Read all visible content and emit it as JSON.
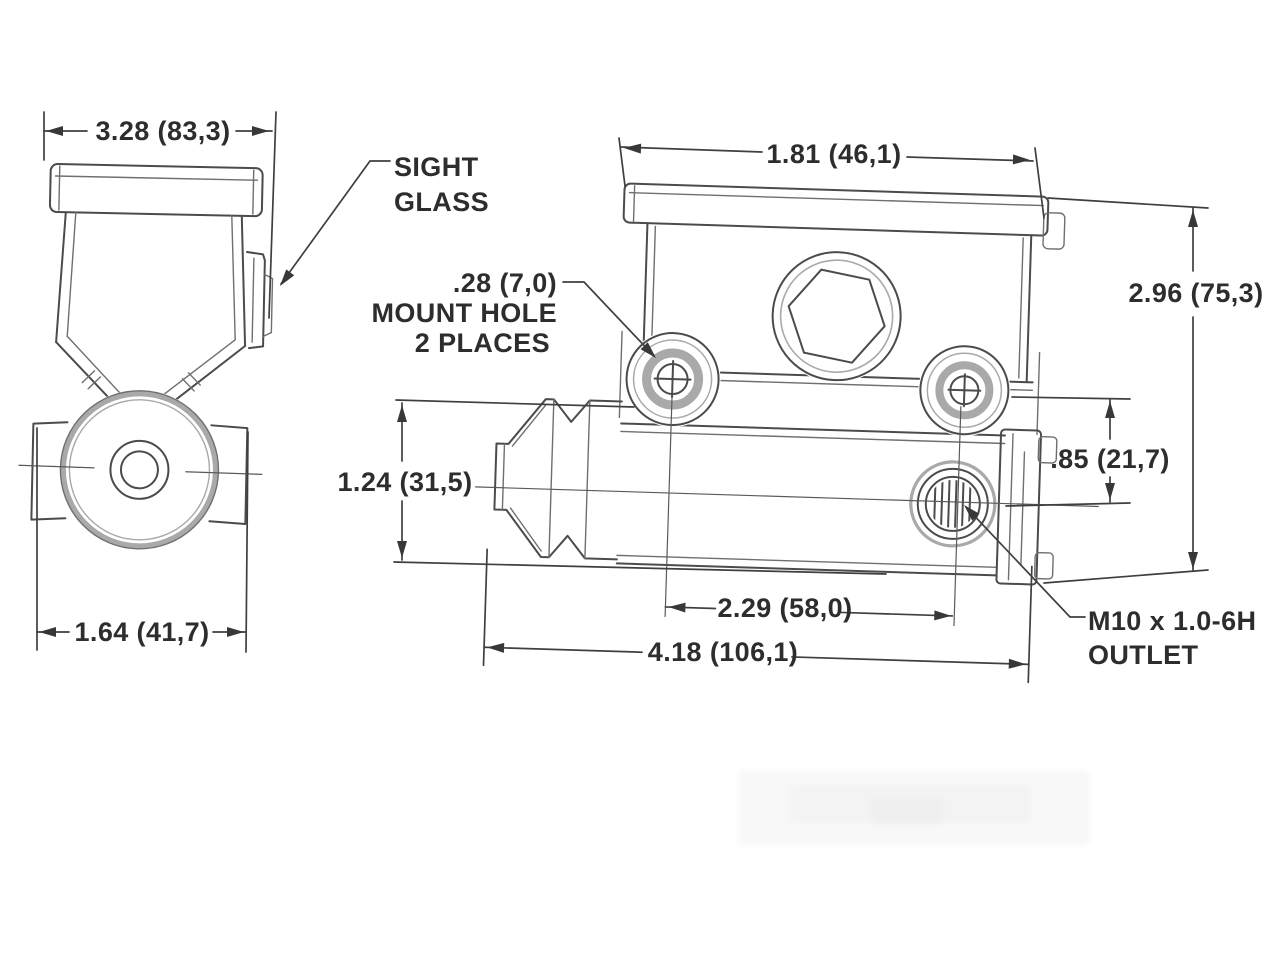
{
  "left_view": {
    "dim_width_top": "3.28 (83,3)",
    "dim_width_bottom": "1.64 (41,7)",
    "label_sight_glass": [
      "SIGHT",
      "GLASS"
    ]
  },
  "front_view": {
    "dim_lid_width": "1.81 (46,1)",
    "dim_overall_height": "2.96 (75,3)",
    "dim_outlet_offset": ".85 (21,7)",
    "dim_bore": "1.24 (31,5)",
    "dim_mount_spacing": "2.29 (58,0)",
    "dim_overall_length": "4.18 (106,1)",
    "label_mount_hole": [
      ".28 (7,0)",
      "MOUNT HOLE",
      "2 PLACES"
    ],
    "label_outlet": [
      "M10 x 1.0-6H",
      "OUTLET"
    ]
  },
  "colors": {
    "line": "#4b4b4b",
    "soft_line": "#a9a9a9",
    "text": "#2d2d2d",
    "background": "#ffffff"
  }
}
